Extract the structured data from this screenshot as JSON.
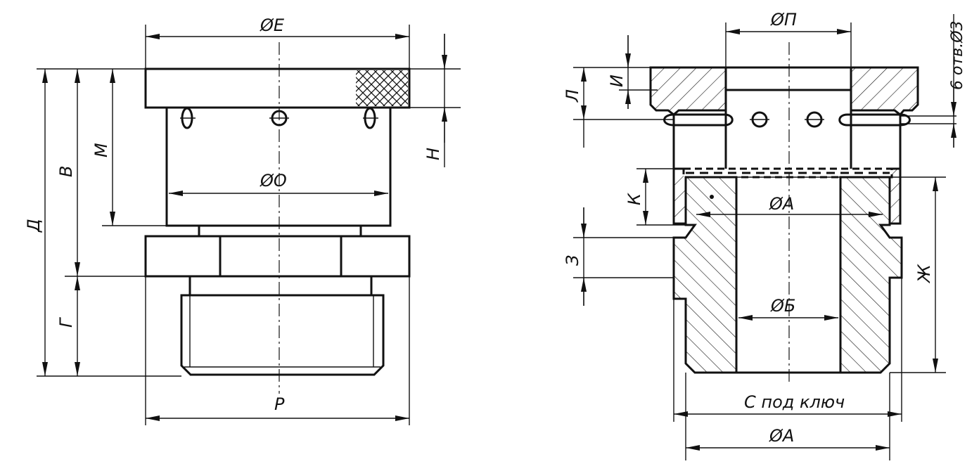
{
  "left_view": {
    "dim_E": "ØE",
    "dim_O": "ØO",
    "dim_P": "P",
    "dim_D": "Д",
    "dim_V": "В",
    "dim_M": "М",
    "dim_G": "Г",
    "dim_N": "Н"
  },
  "right_view": {
    "dim_P": "ØП",
    "holes_note": "6 отв.Ø3",
    "dim_L": "Л",
    "dim_I": "И",
    "dim_K": "К",
    "dim_A_inner": "ØA",
    "dim_Z": "З",
    "dim_Zh": "Ж",
    "dim_B": "ØБ",
    "wrench_note": "С под ключ",
    "dim_A_outer": "ØA"
  }
}
